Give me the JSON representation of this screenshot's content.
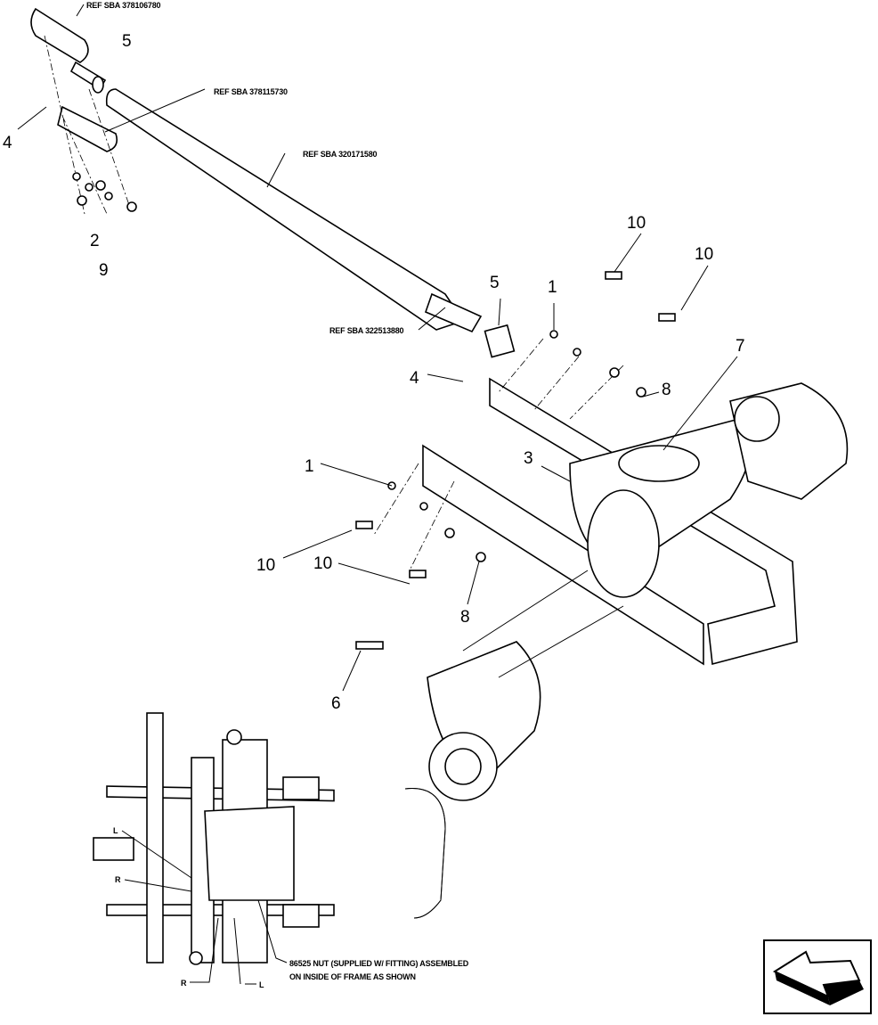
{
  "references": {
    "ref1": "REF SBA 378106780",
    "ref2": "REF SBA 378115730",
    "ref3": "REF SBA 320171580",
    "ref4": "REF SBA 322513880"
  },
  "callouts": [
    "5",
    "4",
    "2",
    "9",
    "10",
    "10",
    "5",
    "1",
    "4",
    "7",
    "8",
    "1",
    "3",
    "10",
    "10",
    "8",
    "6"
  ],
  "inset": {
    "l_top": "L",
    "r_top": "R",
    "r_bottom": "R",
    "l_bottom": "L",
    "note_line1": "86525 NUT (SUPPLIED W/ FITTING) ASSEMBLED",
    "note_line2": "ON INSIDE OF FRAME AS SHOWN"
  },
  "nav": {
    "icon": "arrow-previous-icon"
  }
}
